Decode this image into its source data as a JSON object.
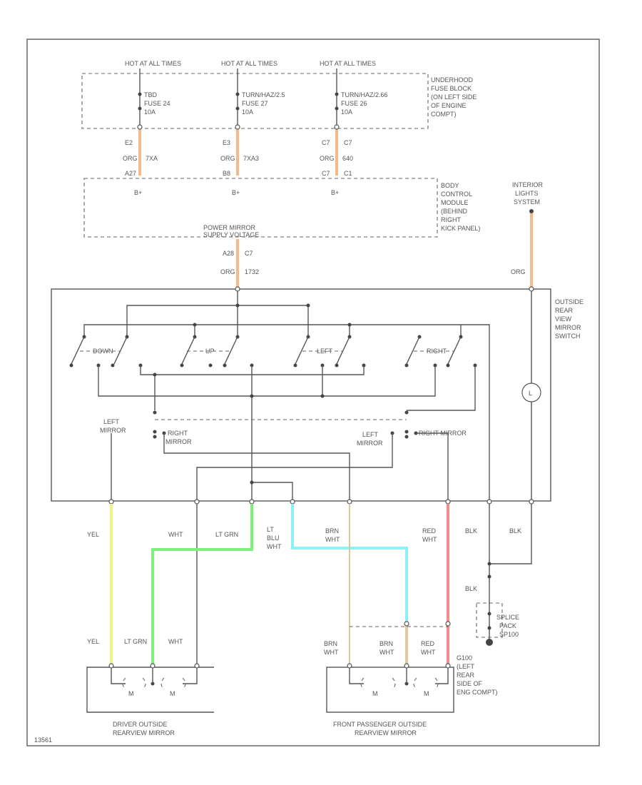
{
  "hot_labels": [
    "HOT AT ALL TIMES",
    "HOT AT ALL TIMES",
    "HOT AT ALL TIMES"
  ],
  "fuses": [
    {
      "fuse": "FUSE 24",
      "rating": "10A",
      "circuit": "TBD"
    },
    {
      "fuse": "FUSE 27",
      "rating": "10A",
      "circuit": "TURN/HAZ/2.5"
    },
    {
      "fuse": "FUSE 26",
      "rating": "10A",
      "circuit": "TURN/HAZ/2.66"
    }
  ],
  "fuse_block_label": [
    "UNDERHOOD",
    "FUSE BLOCK",
    "(ON LEFT SIDE",
    "OF ENGINE",
    "COMPT)"
  ],
  "upper_connectors": [
    {
      "pin": "E2",
      "color": "ORG",
      "circuit": "7XA",
      "bcm_pin": "A27",
      "bcm_label": "B+"
    },
    {
      "pin": "E3",
      "color": "ORG",
      "circuit": "7XA3",
      "bcm_pin": "B8",
      "bcm_label": "B+"
    },
    {
      "pin": "C7",
      "color": "ORG",
      "circuit": "640",
      "bcm_pin": "C7",
      "bcm_label": "B+"
    }
  ],
  "upper_connector_right": [
    "C7",
    "C1"
  ],
  "bcm_label": [
    "BODY",
    "CONTROL",
    "MODULE",
    "(BEHIND",
    "RIGHT",
    "KICK PANEL)"
  ],
  "supply_label": [
    "POWER MIRROR",
    "SUPPLY VOLTAGE"
  ],
  "supply_wire": {
    "pin": "A28",
    "pin2": "C7",
    "color": "ORG",
    "circuit": "1732"
  },
  "interior_label": [
    "INTERIOR",
    "LIGHTS",
    "SYSTEM"
  ],
  "interior_wire_color": "ORG",
  "switch_label": [
    "OUTSIDE",
    "REAR",
    "VIEW",
    "MIRROR",
    "SWITCH"
  ],
  "switch_positions": [
    "DOWN",
    "UP",
    "LEFT",
    "RIGHT"
  ],
  "selector_labels": {
    "left_mirror_1": [
      "LEFT",
      "MIRROR"
    ],
    "right_mirror_1": [
      "RIGHT",
      "MIRROR"
    ],
    "left_mirror_2": [
      "LEFT",
      "MIRROR"
    ],
    "right_mirror_2": "RIGHT MIRROR"
  },
  "lower_wires": {
    "yel": "YEL",
    "wht": "WHT",
    "lt_grn": "LT GRN",
    "lt_blu": [
      "LT",
      "BLU",
      "WHT"
    ],
    "brn": [
      "BRN",
      "WHT"
    ],
    "red": [
      "RED",
      "WHT"
    ],
    "blk1": "BLK",
    "blk2": "BLK",
    "blk3": "BLK"
  },
  "driver_mirror_wires": [
    "YEL",
    "LT GRN",
    "WHT"
  ],
  "passenger_mirror_wires": [
    [
      "BRN",
      "WHT"
    ],
    [
      "BRN",
      "WHT"
    ],
    [
      "RED",
      "WHT"
    ]
  ],
  "splice_label": [
    "SPLICE",
    "PACK",
    "SP100"
  ],
  "ground_label": [
    "G100",
    "(LEFT",
    "REAR",
    "SIDE OF",
    "ENG COMPT)"
  ],
  "driver_mirror_label": [
    "DRIVER OUTSIDE",
    "REARVIEW MIRROR"
  ],
  "passenger_mirror_label": [
    "FRONT PASSENGER OUTSIDE",
    "REARVIEW MIRROR"
  ],
  "motor_label": "M",
  "corner_tag": "13561",
  "colors": {
    "orange": "#f6b98a",
    "yellow": "#f2f28a",
    "green": "#7cf27c",
    "cyan": "#8cf0f4",
    "tan": "#e0c99a",
    "red": "#f48a8a"
  }
}
